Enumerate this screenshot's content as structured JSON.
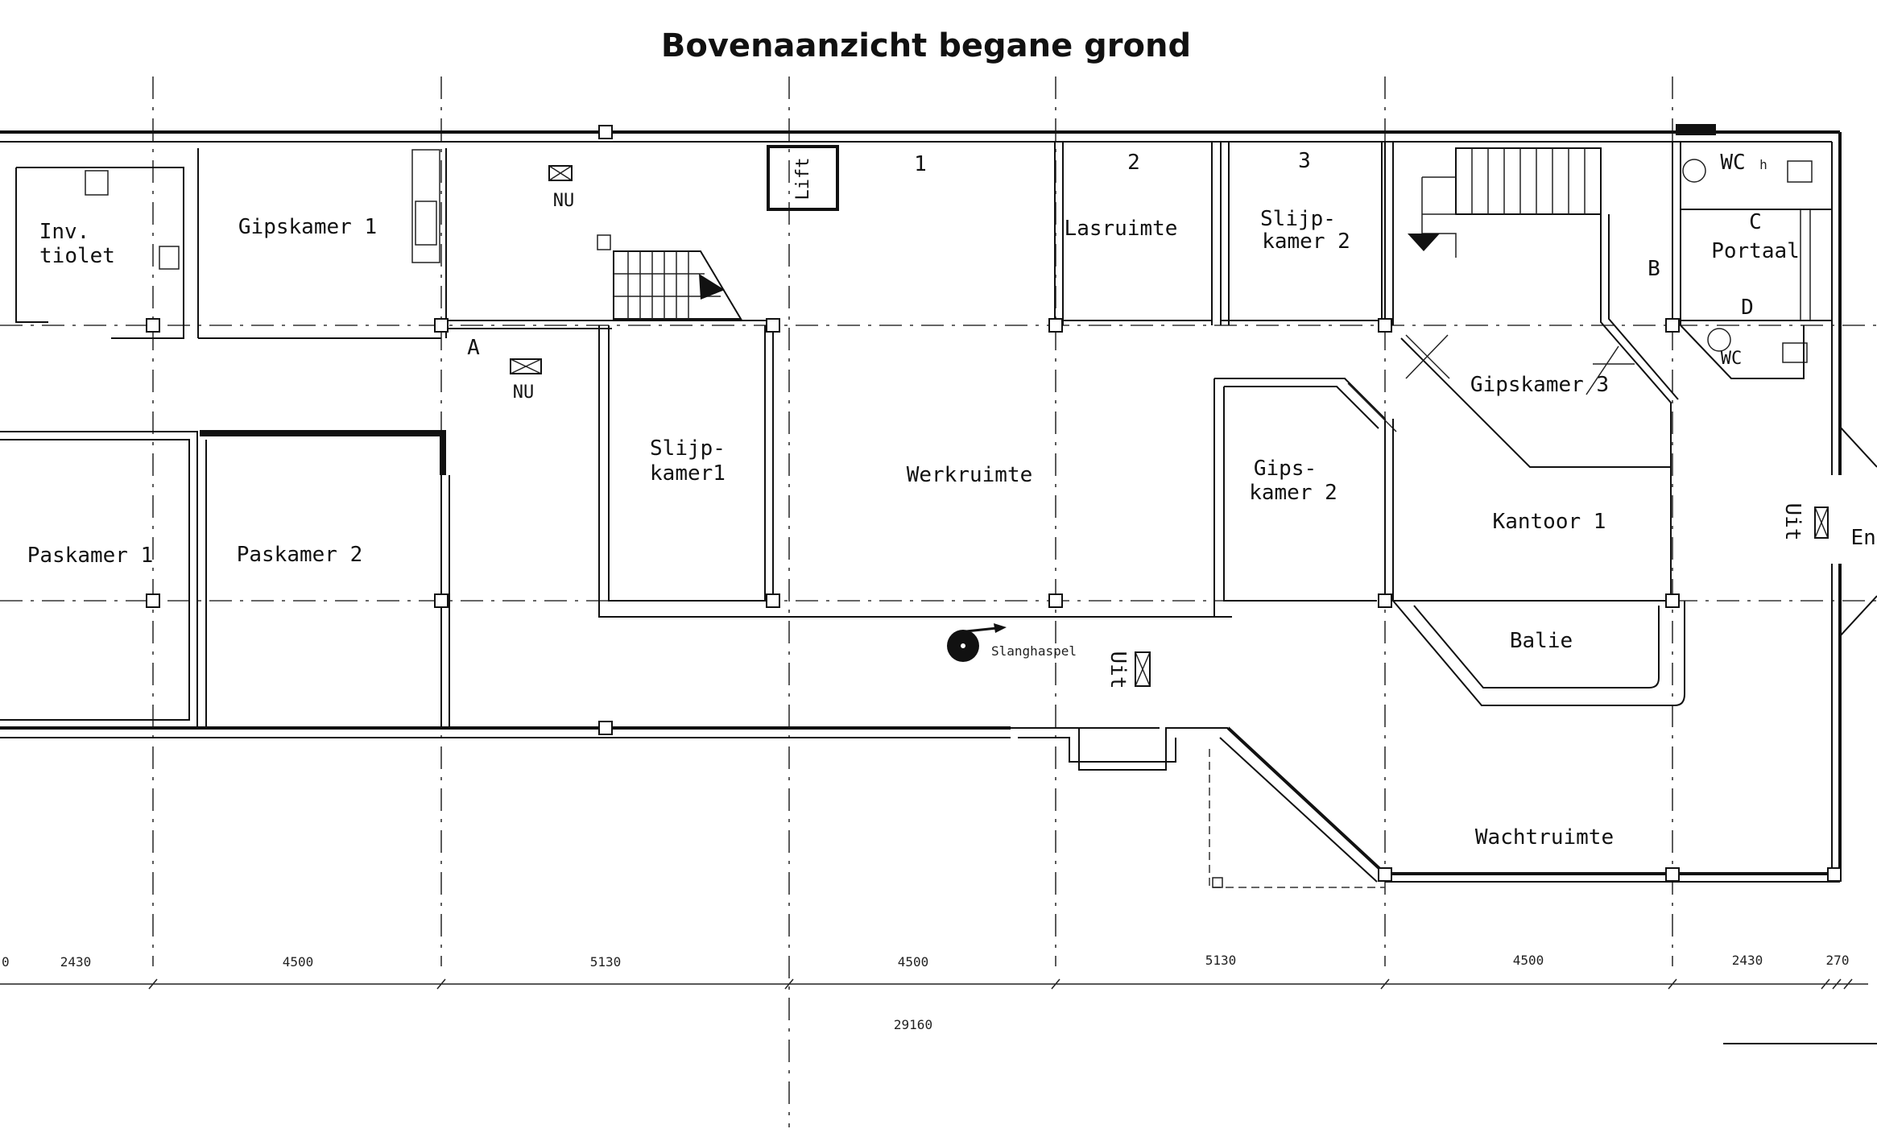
{
  "title": "Bovenaanzicht begane grond",
  "rooms": {
    "inv_tiolet_1": "Inv.",
    "inv_tiolet_2": "tiolet",
    "gipskamer_1": "Gipskamer 1",
    "lift": "Lift",
    "num_1": "1",
    "num_2": "2",
    "num_3": "3",
    "lasruimte": "Lasruimte",
    "slijpkamer_2_a": "Slijp-",
    "slijpkamer_2_b": "kamer 2",
    "wc_top": "WC",
    "wc_h": "h",
    "portaal": "Portaal",
    "label_b": "B",
    "label_c": "C",
    "label_d": "D",
    "wc_bottom": "WC",
    "label_a": "A",
    "nu_top": "NU",
    "nu_mid": "NU",
    "slijpkamer1_a": "Slijp-",
    "slijpkamer1_b": "kamer1",
    "werkruimte": "Werkruimte",
    "gipskamer_3": "Gipskamer 3",
    "gipskamer_2_a": "Gips-",
    "gipskamer_2_b": "kamer 2",
    "kantoor_1": "Kantoor 1",
    "uit_right": "Uit",
    "ent": "Ent",
    "paskamer_1": "Paskamer 1",
    "paskamer_2": "Paskamer 2",
    "slanghaspel": "Slanghaspel",
    "uit_bottom": "Uit",
    "balie": "Balie",
    "wachtruimte": "Wachtruimte"
  },
  "dimensions": {
    "d0": "0",
    "d1": "2430",
    "d2": "4500",
    "d3": "5130",
    "d4": "4500",
    "d5": "5130",
    "d6": "4500",
    "d7": "2430",
    "d8": "270",
    "total": "29160"
  }
}
